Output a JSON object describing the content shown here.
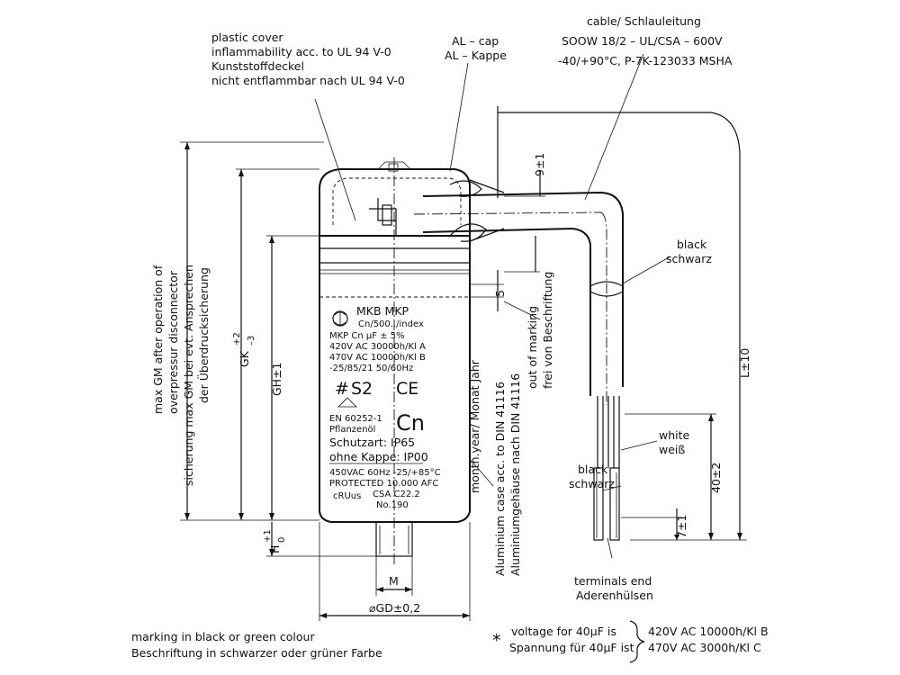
{
  "labels": {
    "plastic_cover": [
      "plastic cover",
      "inflammability acc. to UL 94 V-0",
      "Kunststoffdeckel",
      "nicht entflammbar nach UL 94 V-0"
    ],
    "al_cap": [
      "AL – cap",
      "AL – Kappe"
    ],
    "cable": [
      "cable/ Schlauleitung",
      "SOOW 18/2 – UL/CSA – 600V",
      "-40/+90°C, P-7K-123033 MSHA"
    ],
    "black_top": [
      "black",
      "schwarz"
    ],
    "white": [
      "white",
      "weiß"
    ],
    "black_bottom": [
      "black",
      "schwarz"
    ],
    "terminals": [
      "terminals end",
      "Aderenhülsen"
    ],
    "out_of_marking": [
      "out of marking",
      "frei von Beschriftung"
    ],
    "aluminium_case": [
      "Aluminium case acc. to DIN 41116",
      "Aluminiumgehäuse nach DIN 41116"
    ],
    "max_gm": [
      "max GM after operation of",
      "overpressur disconnector",
      "sicherung max GM bei evt. Ansprechen",
      "der Überdrucksicherung"
    ],
    "month_year": "month.year/ Monat Jahr"
  },
  "dimensions": {
    "gk": "GK",
    "gk_tol_plus": "+2",
    "gk_tol_minus": "–3",
    "gh": "GH±1",
    "h": "H",
    "h_tol_plus": "+1",
    "h_tol_minus": "0",
    "m": "M",
    "gd": "⌀GD±0,2",
    "l": "L±10",
    "forty": "40±2",
    "seven": "7±1",
    "nine": "9±1",
    "five": "5"
  },
  "capacitor_print": {
    "line1": "MKB MKP",
    "line2": "Cn/500../index",
    "line3": "MKP Cn µF ± 5%",
    "line4": "420V AC 30000h/Kl A",
    "line5": "470V AC 10000h/Kl B",
    "line6": "-25/85/21 50/60Hz",
    "s2": "S2",
    "ce": "CE",
    "en": "EN 60252-1",
    "oil": "Pflanzenöl",
    "cn": "Cn",
    "schutzart": "Schutzart: IP65",
    "ohne_kappe": "ohne Kappe: IP00",
    "line_450": "450VAC 60Hz -25/+85°C",
    "protected": "PROTECTED 10.000 AFC",
    "csa": "CSA C22.2",
    "no190": "No.190"
  },
  "footer": {
    "marking": [
      "marking in black or green colour",
      "Beschriftung in schwarzer oder grüner Farbe"
    ],
    "star": "*",
    "voltage_en": "voltage for 40µF is",
    "voltage_de": "Spannung für 40µF ist",
    "val1": "420V AC 10000h/Kl B",
    "val2": "470V AC 3000h/Kl C"
  }
}
